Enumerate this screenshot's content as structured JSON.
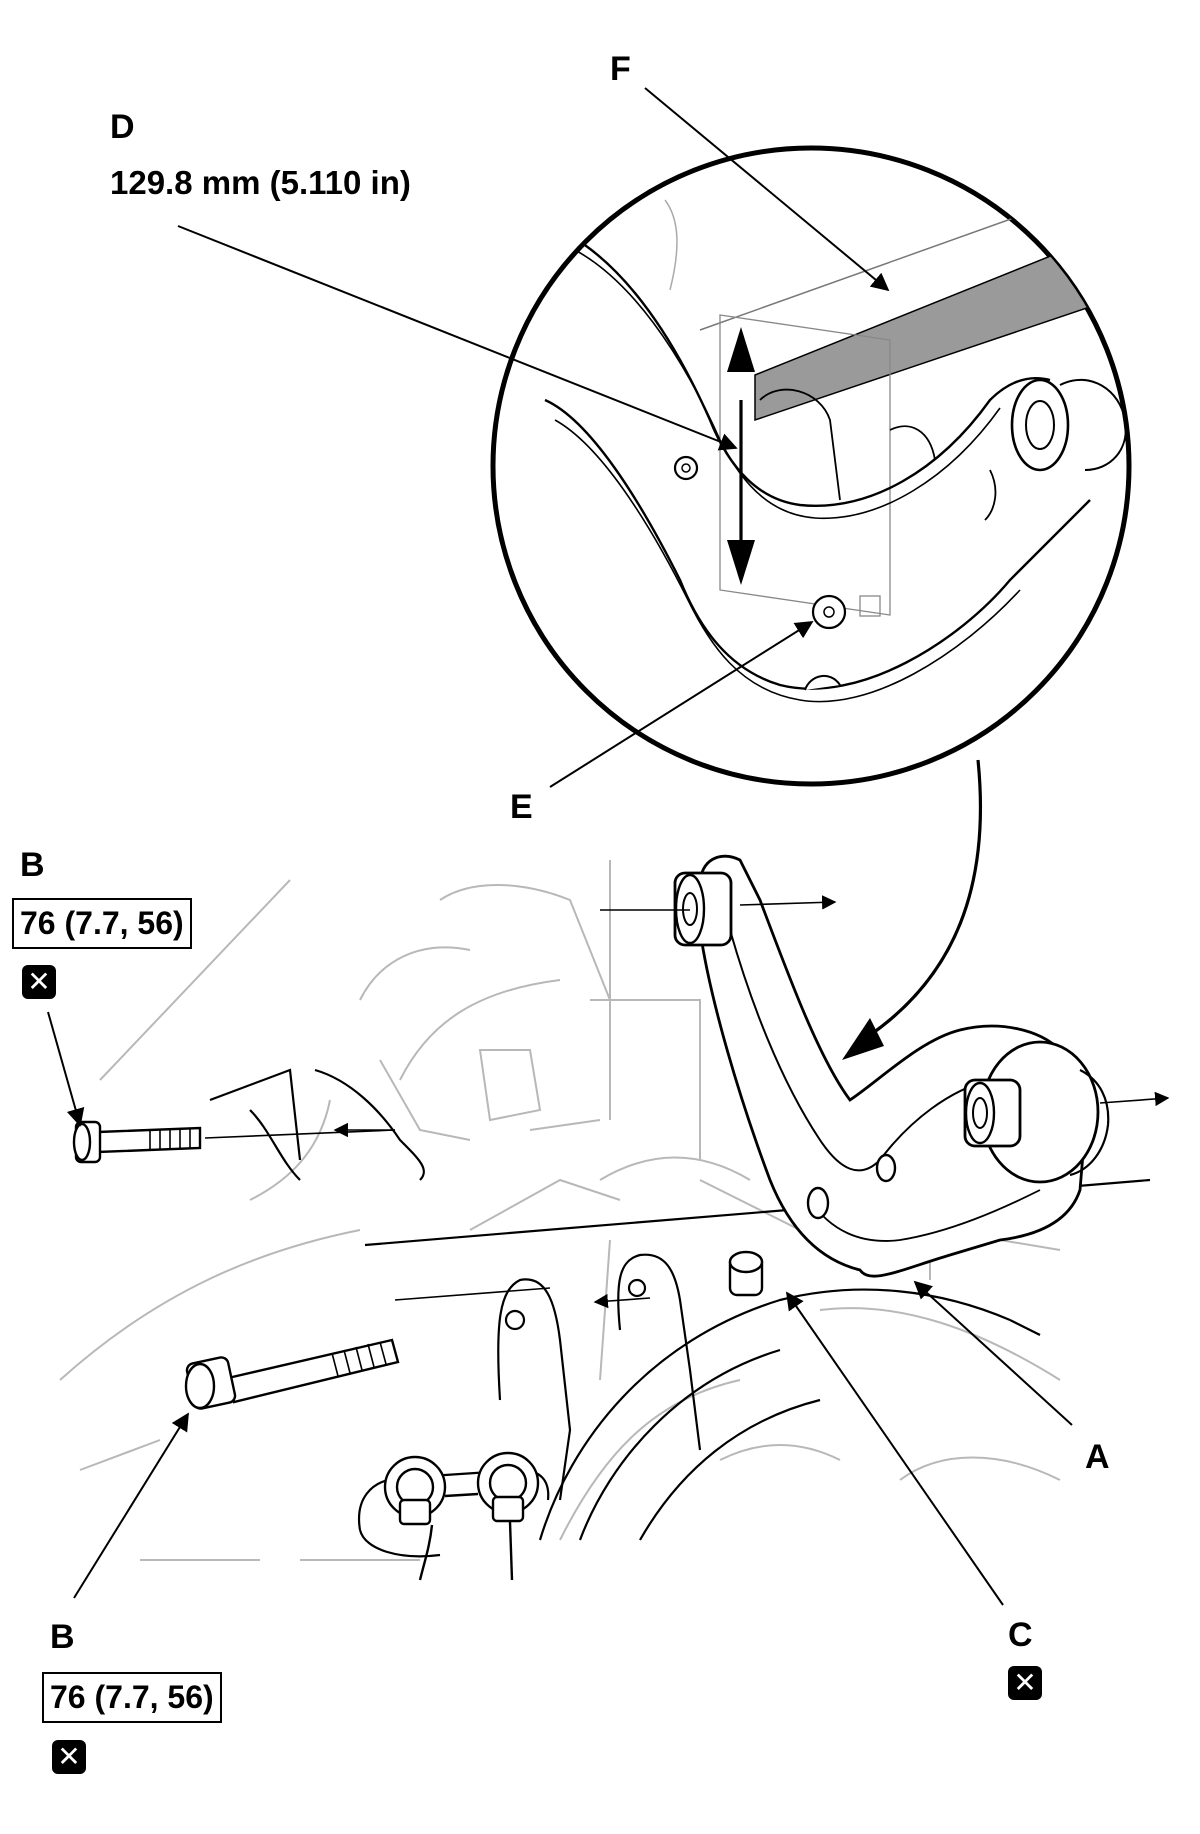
{
  "callouts": {
    "A": "A",
    "B": "B",
    "C": "C",
    "D": "D",
    "E": "E",
    "F": "F"
  },
  "dimension": "129.8 mm (5.110 in)",
  "torque": {
    "upper": "76 (7.7, 56)",
    "lower": "76 (7.7, 56)"
  },
  "icons": {
    "replace": "replace-part-icon",
    "glyph": "✕"
  },
  "colors": {
    "line": "#000000",
    "fill": "#ffffff",
    "strip": "#9a9a9a",
    "ghost": "#b0b0b0"
  }
}
